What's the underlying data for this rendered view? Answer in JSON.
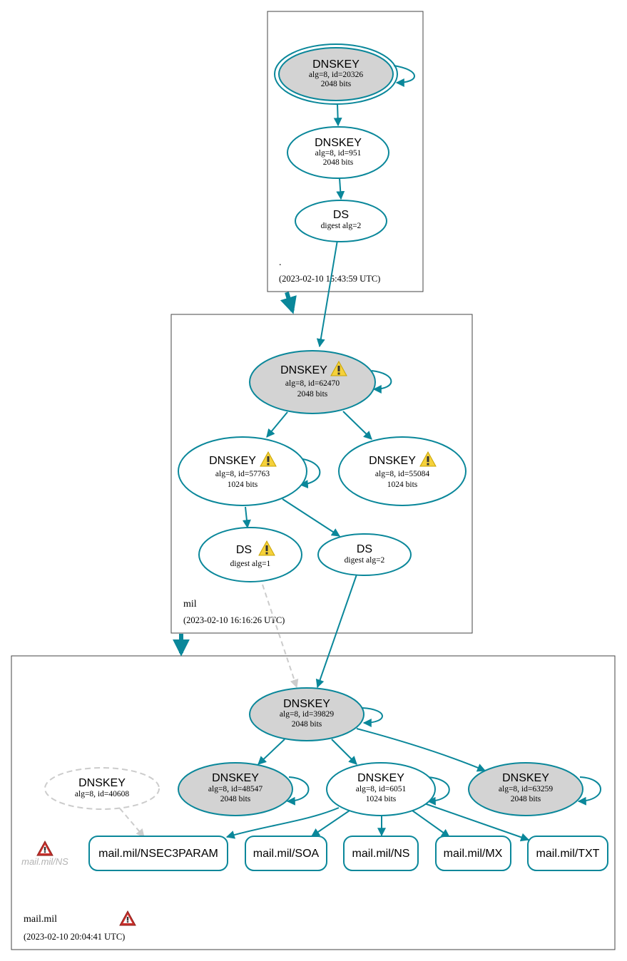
{
  "colors": {
    "teal": "#0a879a",
    "node_fill_grey": "#d3d3d3",
    "warning_yellow": "#f5d13b",
    "error_red": "#c9302c",
    "dashed_grey": "#cccccc"
  },
  "zones": {
    "root": {
      "name": ".",
      "timestamp": "(2023-02-10 15:43:59 UTC)"
    },
    "mil": {
      "name": "mil",
      "timestamp": "(2023-02-10 16:16:26 UTC)"
    },
    "mailmil": {
      "name": "mail.mil",
      "timestamp": "(2023-02-10 20:04:41 UTC)"
    }
  },
  "nodes": {
    "root_ksk": {
      "title": "DNSKEY",
      "line1": "alg=8, id=20326",
      "line2": "2048 bits"
    },
    "root_zsk": {
      "title": "DNSKEY",
      "line1": "alg=8, id=951",
      "line2": "2048 bits"
    },
    "root_ds": {
      "title": "DS",
      "line1": "digest alg=2"
    },
    "mil_ksk": {
      "title": "DNSKEY",
      "line1": "alg=8, id=62470",
      "line2": "2048 bits"
    },
    "mil_zsk1": {
      "title": "DNSKEY",
      "line1": "alg=8, id=57763",
      "line2": "1024 bits"
    },
    "mil_zsk2": {
      "title": "DNSKEY",
      "line1": "alg=8, id=55084",
      "line2": "1024 bits"
    },
    "mil_ds1": {
      "title": "DS",
      "line1": "digest alg=1"
    },
    "mil_ds2": {
      "title": "DS",
      "line1": "digest alg=2"
    },
    "mail_ksk": {
      "title": "DNSKEY",
      "line1": "alg=8, id=39829",
      "line2": "2048 bits"
    },
    "mail_missing": {
      "title": "DNSKEY",
      "line1": "alg=8, id=40608"
    },
    "mail_k2": {
      "title": "DNSKEY",
      "line1": "alg=8, id=48547",
      "line2": "2048 bits"
    },
    "mail_zsk": {
      "title": "DNSKEY",
      "line1": "alg=8, id=6051",
      "line2": "1024 bits"
    },
    "mail_k4": {
      "title": "DNSKEY",
      "line1": "alg=8, id=63259",
      "line2": "2048 bits"
    }
  },
  "rrsets": {
    "nsec3param": "mail.mil/NSEC3PARAM",
    "soa": "mail.mil/SOA",
    "ns": "mail.mil/NS",
    "mx": "mail.mil/MX",
    "txt": "mail.mil/TXT"
  },
  "error_label": "mail.mil/NS",
  "icons": {
    "warning": "warning-triangle-icon",
    "error": "error-triangle-icon"
  }
}
